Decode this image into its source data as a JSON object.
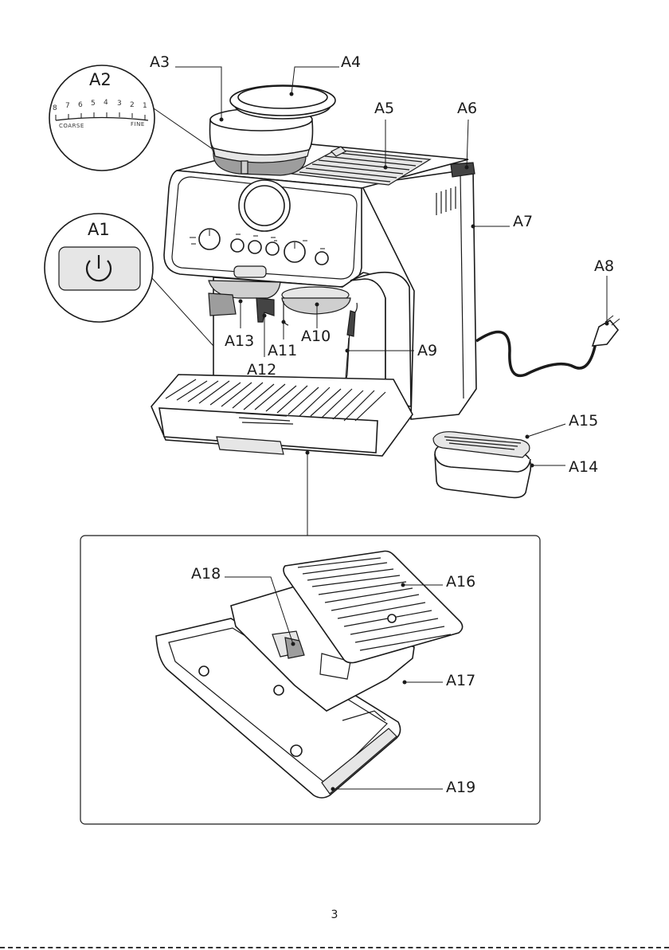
{
  "labels": {
    "a1": "A1",
    "a2": "A2",
    "a3": "A3",
    "a4": "A4",
    "a5": "A5",
    "a6": "A6",
    "a7": "A7",
    "a8": "A8",
    "a9": "A9",
    "a10": "A10",
    "a11": "A11",
    "a12": "A12",
    "a13": "A13",
    "a14": "A14",
    "a15": "A15",
    "a16": "A16",
    "a17": "A17",
    "a18": "A18",
    "a19": "A19"
  },
  "grind_scale": {
    "numbers": [
      "8",
      "7",
      "6",
      "5",
      "4",
      "3",
      "2",
      "1"
    ],
    "coarse": "COARSE",
    "fine": "FINE"
  },
  "page_number": "3"
}
